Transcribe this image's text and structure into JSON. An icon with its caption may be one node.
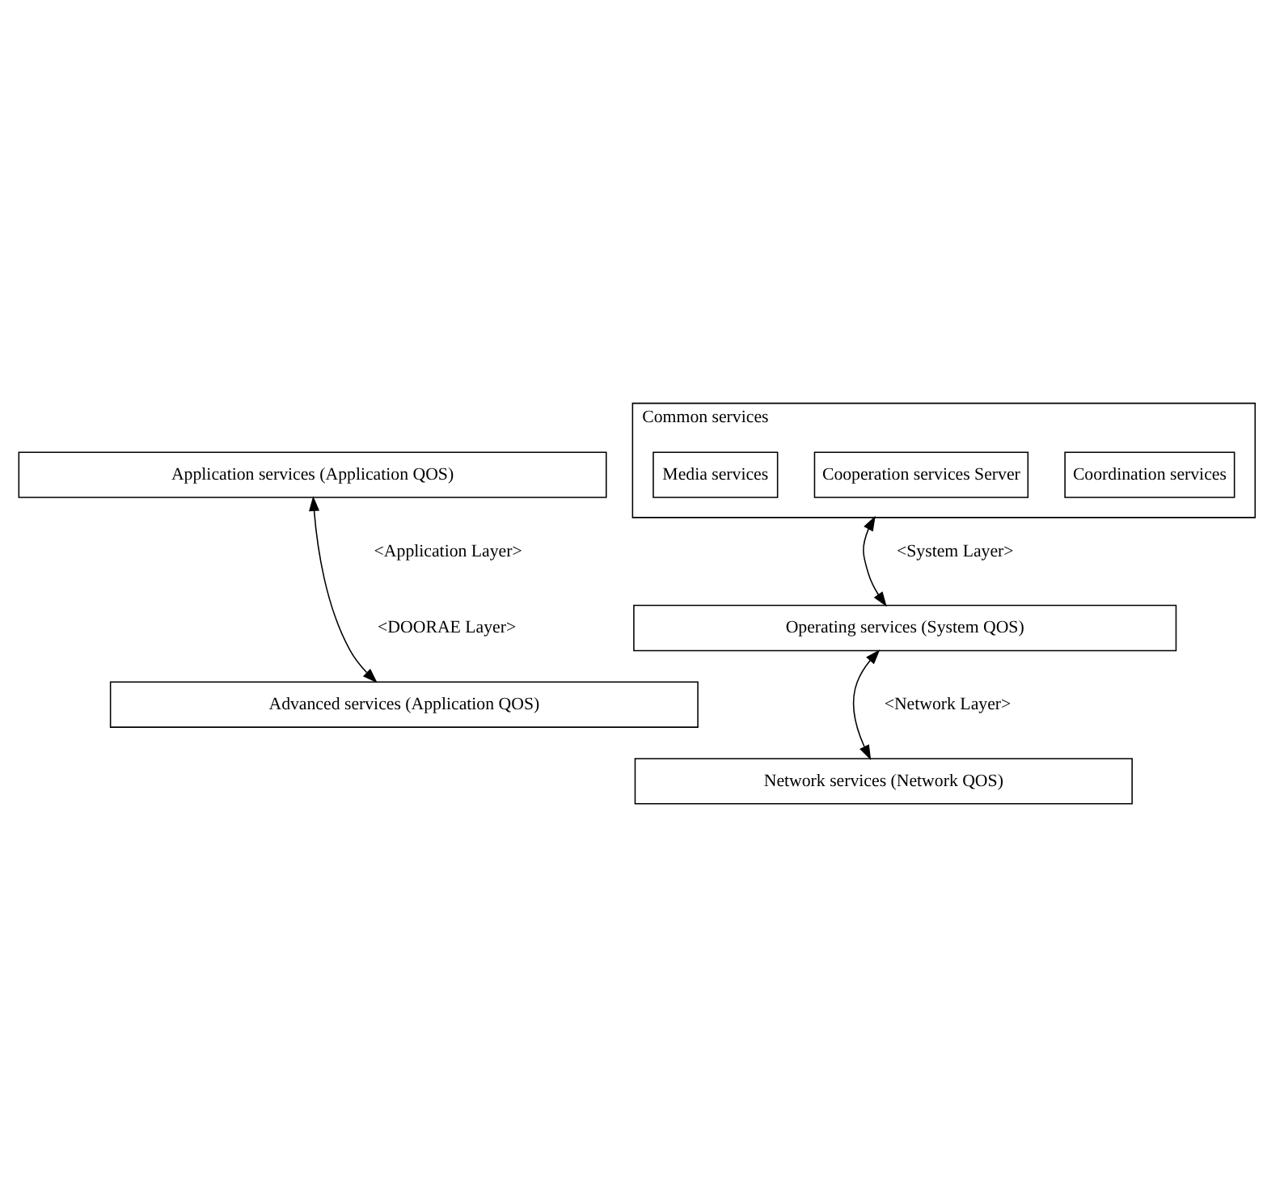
{
  "diagram": {
    "nodes": [
      {
        "text": [
          "Application services (Application QOS)"
        ]
      },
      {
        "text": [
          "Advanced services (Application QOS)"
        ]
      },
      {
        "text": [
          "Common services"
        ]
      },
      {
        "text": [
          "Coordination services"
        ],
        "in": 2
      },
      {
        "text": [
          "Cooperation services Server"
        ],
        "in": 2
      },
      {
        "text": [
          "Media services"
        ],
        "in": 2
      },
      {
        "text": [
          "Operating services (System QOS)"
        ]
      },
      {
        "text": [
          "Network services (Network QOS)"
        ]
      }
    ],
    "edges": [
      {
        "from": 0,
        "to": 1,
        "arrow": "both"
      },
      {
        "from": 2,
        "to": 6,
        "arrow": "both"
      },
      {
        "from": 6,
        "to": 7,
        "arrow": "both"
      }
    ],
    "labels": [
      "<Application Layer>",
      "<DOORAE Layer>",
      "<System Layer>",
      "<Network Layer>"
    ]
  }
}
